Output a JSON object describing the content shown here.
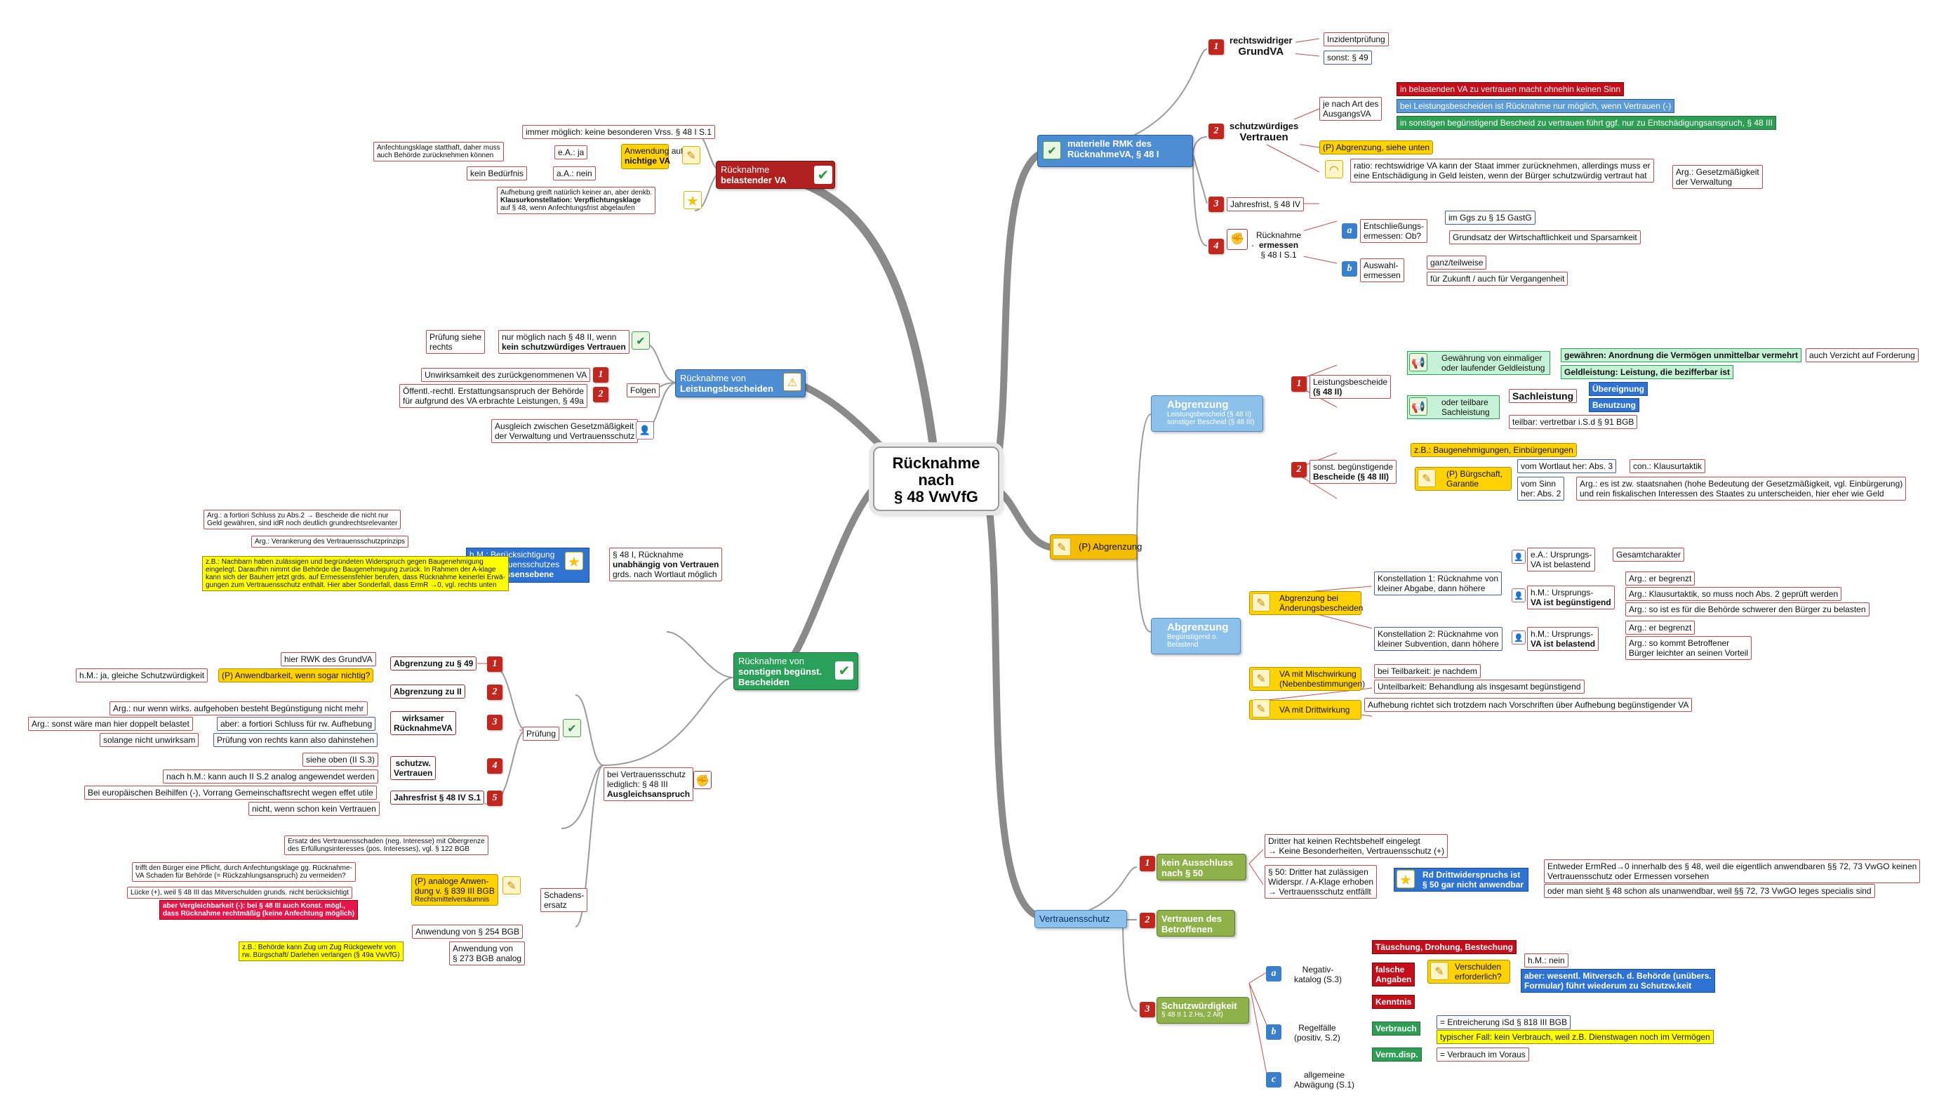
{
  "center": {
    "l1": "Rücknahme",
    "l2": "nach",
    "l3": "§ 48 VwVfG"
  },
  "belastend": {
    "main": [
      "Rücknahme",
      "belastender VA"
    ],
    "immer": "immer möglich: keine besonderen Vrss. § 48 I S.1",
    "anw": [
      "Anwendung auf",
      "nichtige VA"
    ],
    "ea": "e.A.: ja",
    "ha": "a.A.: nein",
    "anf": [
      "Anfechtungsklage statthaft, daher muss",
      "auch Behörde zurücknehmen können"
    ],
    "kein": "kein Bedürfnis",
    "aufh": [
      "Aufhebung greift natürlich keiner an, aber denkb.",
      "Klausurkonstellation: Verpflichtungsklage",
      "auf § 48, wenn Anfechtungsfrist abgelaufen"
    ]
  },
  "leistung": {
    "main": [
      "Rücknahme von",
      "Leistungsbescheiden"
    ],
    "nur": [
      "nur möglich nach § 48 II, wenn",
      "kein schutzwürdiges Vertrauen"
    ],
    "pruef": [
      "Prüfung siehe",
      "rechts"
    ],
    "unw": "Unwirksamkeit des zurückgenommenen VA",
    "oeff": [
      "Öffentl.-rechtl. Erstattungsanspruch der Behörde",
      "für aufgrund des VA erbrachte Leistungen, § 49a"
    ],
    "folgen": "Folgen",
    "ausgl": [
      "Ausgleich zwischen Gesetzmäßigkeit",
      "der Verwaltung und Vertrauensschutz"
    ]
  },
  "sonstige": {
    "main": [
      "Rücknahme von",
      "sonstigen begünst.",
      "Bescheiden"
    ],
    "arg1": [
      "Arg.: a fortiori Schluss zu Abs.2 → Bescheide die nicht nur",
      "Geld gewähren, sind idR noch deutlich grundrechtsrelevanter"
    ],
    "arg2": "Arg.: Verankerung des Vertrauensschutzprinzips",
    "hm": [
      "h.M.: Berücksichtigung",
      "des Vertrauensschutzes",
      "auf Ermessensebene"
    ],
    "par": [
      "§ 48 I, Rücknahme",
      "unabhängig von Vertrauen",
      "grds. nach Wortlaut möglich"
    ],
    "zb": [
      "z.B.: Nachbarn haben zulässigen und begründeten Widerspruch gegen Baugenehmigung",
      "eingelegt. Daraufhin nimmt die Behörde die Baugenehmigung zurück. In Rahmen der A-klage",
      "kann sich der Bauherr jetzt grds. auf Ermessensfehler berufen, dass Rücknahme keinerlei Erwä-",
      "gungen zum Vertrauensschutz enthält. Hier aber Sonderfall, dass ErmR →0, vgl. rechts unten"
    ],
    "hier": "hier RWK des GrundVA",
    "abg49": "Abgrenzung zu § 49",
    "hmja": "h.M.: ja, gleiche Schutzwürdigkeit",
    "pab": "(P) Anwendbarkeit, wenn sogar nichtig?",
    "abg2": "Abgrenzung zu II",
    "arg_nur": "Arg.: nur wenn wirks. aufgehoben besteht Begünstigung nicht mehr",
    "arg_sonst": "Arg.: sonst wäre man hier doppelt belastet",
    "aber_fort": "aber: a fortiori Schluss für rw. Aufhebung",
    "solange": "solange nicht unwirksam",
    "pruefvr": "Prüfung von rechts kann also dahinstehen",
    "wirks": [
      "wirksamer",
      "RücknahmeVA"
    ],
    "pruefung": "Prüfung",
    "siehe": "siehe oben (II S.3)",
    "schutzw": [
      "schutzw.",
      "Vertrauen"
    ],
    "nachhm": "nach h.M.: kann auch II S.2 analog angewendet werden",
    "jahres": "Jahresfrist § 48 IV S.1",
    "bei_eu": "Bei europäischen Beihilfen (-), Vorrang Gemeinschaftsrecht wegen effet utile",
    "nicht": "nicht, wenn schon kein Vertrauen",
    "bei_vs": [
      "bei Vertrauensschutz",
      "lediglich: § 48 III",
      "Ausgleichsanspruch"
    ],
    "ersatz": [
      "Ersatz des Vertrauensschaden (neg. Interesse) mit Obergrenze",
      "des Erfüllungsinteresses (pos. Interesses), vgl. § 122 BGB"
    ],
    "trifft": [
      "trifft den Bürger eine Pflicht, durch Anfechtungsklage gg. Rücknahme-",
      "VA Schaden für Behörde (= Rückzahlungsanspruch) zu vermeiden?"
    ],
    "pana": [
      "(P) analoge Anwen-",
      "dung v. § 839 III BGB",
      "Rechtsmittelversäumnis"
    ],
    "luecke": "Lücke (+), weil § 48 III das Mitverschulden grunds. nicht berücksichtigt",
    "aberver": [
      "aber Vergleichbarkeit (-): bei § 48 III auch Konst. mögl.,",
      "dass Rücknahme rechtmäßig (keine Anfechtung möglich)"
    ],
    "schad": [
      "Schadens-",
      "ersatz"
    ],
    "anw254": "Anwendung von § 254 BGB",
    "zbbeh": [
      "z.B.: Behörde kann Zug um Zug Rückgewehr von",
      "rw. Bürgschaft/ Darlehen verlangen (§ 49a VwVfG)"
    ],
    "anw273": [
      "Anwendung von",
      "§ 273 BGB analog"
    ]
  },
  "materielle": {
    "main": [
      "materielle RMK des",
      "RücknahmeVA, § 48 I"
    ],
    "rw": [
      "rechtswidriger",
      "GrundVA"
    ],
    "inz": "Inzidentprüfung",
    "sonst": "sonst: § 49",
    "schutz": [
      "schutzwürdiges",
      "Vertrauen"
    ],
    "jenach": [
      "je nach Art des",
      "AusgangsVA"
    ],
    "in_bel": "in belastenden VA zu vertrauen macht ohnehin keinen Sinn",
    "bei_leist": "bei Leistungsbescheiden ist Rücknahme nur möglich, wenn Vertrauen (-)",
    "in_sonst": "in sonstigen begünstigend Bescheid zu vertrauen führt ggf. nur zu Entschädigungsanspruch, § 48 III",
    "pab": "(P) Abgrenzung, siehe unten",
    "ratio": [
      "ratio: rechtswidrige VA kann der Staat immer zurücknehmen, allerdings muss er",
      "eine Entschädigung in Geld leisten, wenn der Bürger schutzwürdig vertraut hat"
    ],
    "argges": [
      "Arg.: Gesetzmäßigkeit",
      "der Verwaltung"
    ],
    "jahres": "Jahresfrist, § 48 IV",
    "rueck": [
      "Rücknahme",
      "ermessen",
      "§ 48 I S.1"
    ],
    "entsch": [
      "Entschließungs-",
      "ermessen: Ob?"
    ],
    "imggs": "im Ggs zu § 15 GastG",
    "grund": "Grundsatz der Wirtschaftlichkeit und Sparsamkeit",
    "ausw": [
      "Auswahl-",
      "ermessen"
    ],
    "ganz": "ganz/teilweise",
    "fuer": "für Zukunft / auch für Vergangenheit"
  },
  "abgrenzung": {
    "main": "(P) Abgrenzung",
    "a1": [
      "Abgrenzung",
      "Leistungsbescheid (§ 48 II)",
      "sonstiger Bescheid (§ 48 III)"
    ],
    "leist": [
      "Leistungsbescheide",
      "(§ 48 II)"
    ],
    "gew": [
      "Gewährung von einmaliger",
      "oder laufender Geldleistung"
    ],
    "gewaehren": "gewähren: Anordnung die Vermögen unmittelbar vermehrt",
    "auch": "auch Verzicht auf Forderung",
    "geldl": "Geldleistung: Leistung, die bezifferbar ist",
    "oder": [
      "oder teilbare",
      "Sachleistung"
    ],
    "sach": "Sachleistung",
    "ueber": "Übereignung",
    "benutz": "Benutzung",
    "teilbar": "teilbar: vertretbar i.S.d § 91 BGB",
    "sonstb": [
      "sonst. begünstigende",
      "Bescheide (§ 48 III)"
    ],
    "zbbau": "z.B.: Baugenehmigungen, Einbürgerungen",
    "pbuerg": [
      "(P) Bürgschaft,",
      "Garantie"
    ],
    "vomwort": "vom Wortlaut her: Abs. 3",
    "con": "con.: Klausurtaktik",
    "vomsinn": [
      "vom Sinn",
      "her: Abs. 2"
    ],
    "arges": [
      "Arg.: es ist zw. staatsnahen (hohe Bedeutung der Gesetzmäßigkeit, vgl. Einbürgerung)",
      "und rein fiskalischen Interessen des Staates zu unterscheiden, hier eher wie Geld"
    ],
    "a2": [
      "Abgrenzung",
      "Begünstigend o.",
      "Belastend"
    ],
    "abgaend": [
      "Abgrenzung bei",
      "Änderungsbescheiden"
    ],
    "k1": [
      "Konstellation 1: Rücknahme von",
      "kleiner Abgabe, dann höhere"
    ],
    "ea1": [
      "e.A.: Ursprungs-",
      "VA ist belastend"
    ],
    "gesamt": "Gesamtcharakter",
    "hm1": [
      "h.M.: Ursprungs-",
      "VA ist begünstigend"
    ],
    "argerb": "Arg.: er begrenzt",
    "argkl": "Arg.: Klausurtaktik, so muss noch Abs. 2 geprüft werden",
    "argso": "Arg.: so ist es für die Behörde schwerer den Bürger zu belasten",
    "k2": [
      "Konstellation 2: Rücknahme von",
      "kleiner Subvention, dann höhere"
    ],
    "hm2": [
      "h.M.: Ursprungs-",
      "VA ist belastend"
    ],
    "argerb2": "Arg.: er begrenzt",
    "argsok": [
      "Arg.: so kommt Betroffener",
      "Bürger leichter an seinen Vorteil"
    ],
    "vamisch": [
      "VA mit Mischwirkung",
      "(Nebenbestimmungen)"
    ],
    "beiteil": "bei Teilbarkeit: je nachdem",
    "unteil": "Unteilbarkeit: Behandlung als insgesamt begünstigend",
    "vadritt": "VA mit Drittwirkung",
    "aufh": "Aufhebung richtet sich trotzdem nach Vorschriften über Aufhebung begünstigender VA"
  },
  "vertrauen": {
    "main": "Vertrauensschutz",
    "kein": [
      "kein Ausschluss",
      "nach § 50"
    ],
    "dritter": [
      "Dritter hat keinen Rechtsbehelf eingelegt",
      "→ Keine Besonderheiten, Vertrauensschutz (+)"
    ],
    "par50": [
      "§ 50: Dritter hat zulässigen",
      "Widerspr. / A-Klage erhoben",
      "→ Vertrauensschutz entfällt"
    ],
    "rd": [
      "Rd Drittwiderspruchs ist",
      "§ 50 gar nicht anwendbar"
    ],
    "entw": [
      "Entweder ErmRed→0 innerhalb des § 48, weil die eigentlich anwendbaren §§ 72, 73 VwGO keinen",
      "Vertrauensschutz oder Ermessen vorsehen"
    ],
    "odmans": "oder man sieht § 48 schon als unanwendbar, weil §§ 72, 73 VwGO leges specialis sind",
    "vdb": [
      "Vertrauen des",
      "Betroffenen"
    ],
    "schw": [
      "Schutzwürdigkeit",
      "§ 48 II 1 2.Hs, 2 Alt)"
    ],
    "neg": [
      "Negativ-",
      "katalog (S.3)"
    ],
    "taeu": "Täuschung, Drohung, Bestechung",
    "falsch": [
      "falsche",
      "Angaben"
    ],
    "versch": [
      "Verschulden",
      "erforderlich?"
    ],
    "hmnein": "h.M.: nein",
    "aberw": [
      "aber: wesentl. Mitversch. d. Behörde (unübers.",
      "Formular) führt wiederum zu Schutzw.keit"
    ],
    "kennt": "Kenntnis",
    "regel": [
      "Regelfälle",
      "(positiv, S.2)"
    ],
    "verbr": "Verbrauch",
    "entr": "= Entreicherung iSd § 818 III BGB",
    "typ": "typischer Fall: kein Verbrauch, weil z.B. Dienstwagen noch im Vermögen",
    "vermd": "Verm.disp.",
    "vimv": "= Verbrauch im Voraus",
    "allg": [
      "allgemeine",
      "Abwägung (S.1)"
    ]
  },
  "numbers": {
    "n1": "1",
    "n2": "2",
    "n3": "3",
    "n4": "4",
    "n5": "5",
    "a": "a",
    "b": "b",
    "c": "c"
  },
  "icons": {
    "doc": "document-check-icon",
    "pen": "pencil-icon",
    "star": "star-icon",
    "warn": "warning-icon",
    "fist": "fist-icon",
    "check": "checkmark-icon",
    "user": "person-icon"
  }
}
